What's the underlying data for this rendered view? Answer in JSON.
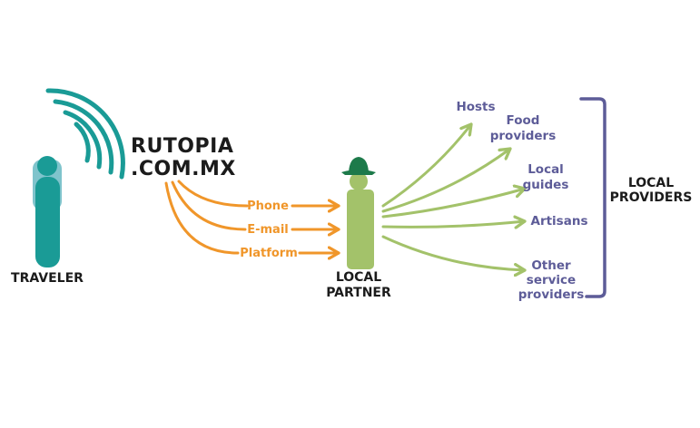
{
  "website": {
    "line1": "RUTOPIA",
    "line2": ".COM.MX"
  },
  "traveler_label": "TRAVELER",
  "partner_label": {
    "line1": "LOCAL",
    "line2": "PARTNER"
  },
  "channels": {
    "phone": "Phone",
    "email": "E-mail",
    "platform": "Platform"
  },
  "providers": {
    "hosts": "Hosts",
    "food_line1": "Food",
    "food_line2": "providers",
    "guides_line1": "Local",
    "guides_line2": "guides",
    "artisans": "Artisans",
    "other_line1": "Other",
    "other_line2": "service",
    "other_line3": "providers"
  },
  "group_label": {
    "line1": "LOCAL",
    "line2": "PROVIDERS"
  },
  "icons": [
    "traveler-icon",
    "signal-waves-icon",
    "local-partner-icon"
  ],
  "colors": {
    "teal": "#1a9b96",
    "orange": "#f0962a",
    "green": "#a3c26a",
    "purple": "#5d5c98",
    "dark": "#1b1b1b",
    "hat": "#1d7a4a"
  }
}
